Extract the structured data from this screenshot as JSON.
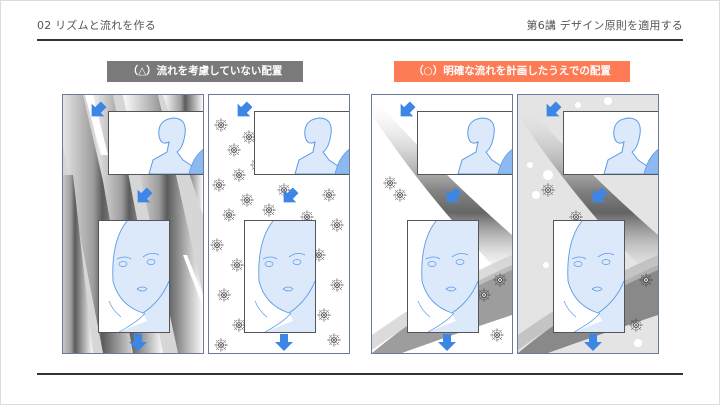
{
  "header": {
    "section_title": "02 リズムと流れを作る",
    "lecture_title": "第6講 デザイン原則を適用する"
  },
  "comparison": {
    "bad": {
      "label": "（△）流れを考慮していない配置",
      "label_bg": "#7a7a7a",
      "panels": [
        {
          "background": "speed-lines"
        },
        {
          "background": "scattered-sparkles"
        }
      ]
    },
    "good": {
      "label": "（○）明確な流れを計画したうえでの配置",
      "label_bg": "#fd7b55",
      "panels": [
        {
          "background": "diagonal-band"
        },
        {
          "background": "diagonal-band-textured"
        }
      ]
    }
  },
  "colors": {
    "arrow": "#3d86e6",
    "figure_fill": "#dbe9fb",
    "figure_line": "#5a9be8",
    "panel_border": "#6b7a99",
    "rule": "#333333"
  }
}
